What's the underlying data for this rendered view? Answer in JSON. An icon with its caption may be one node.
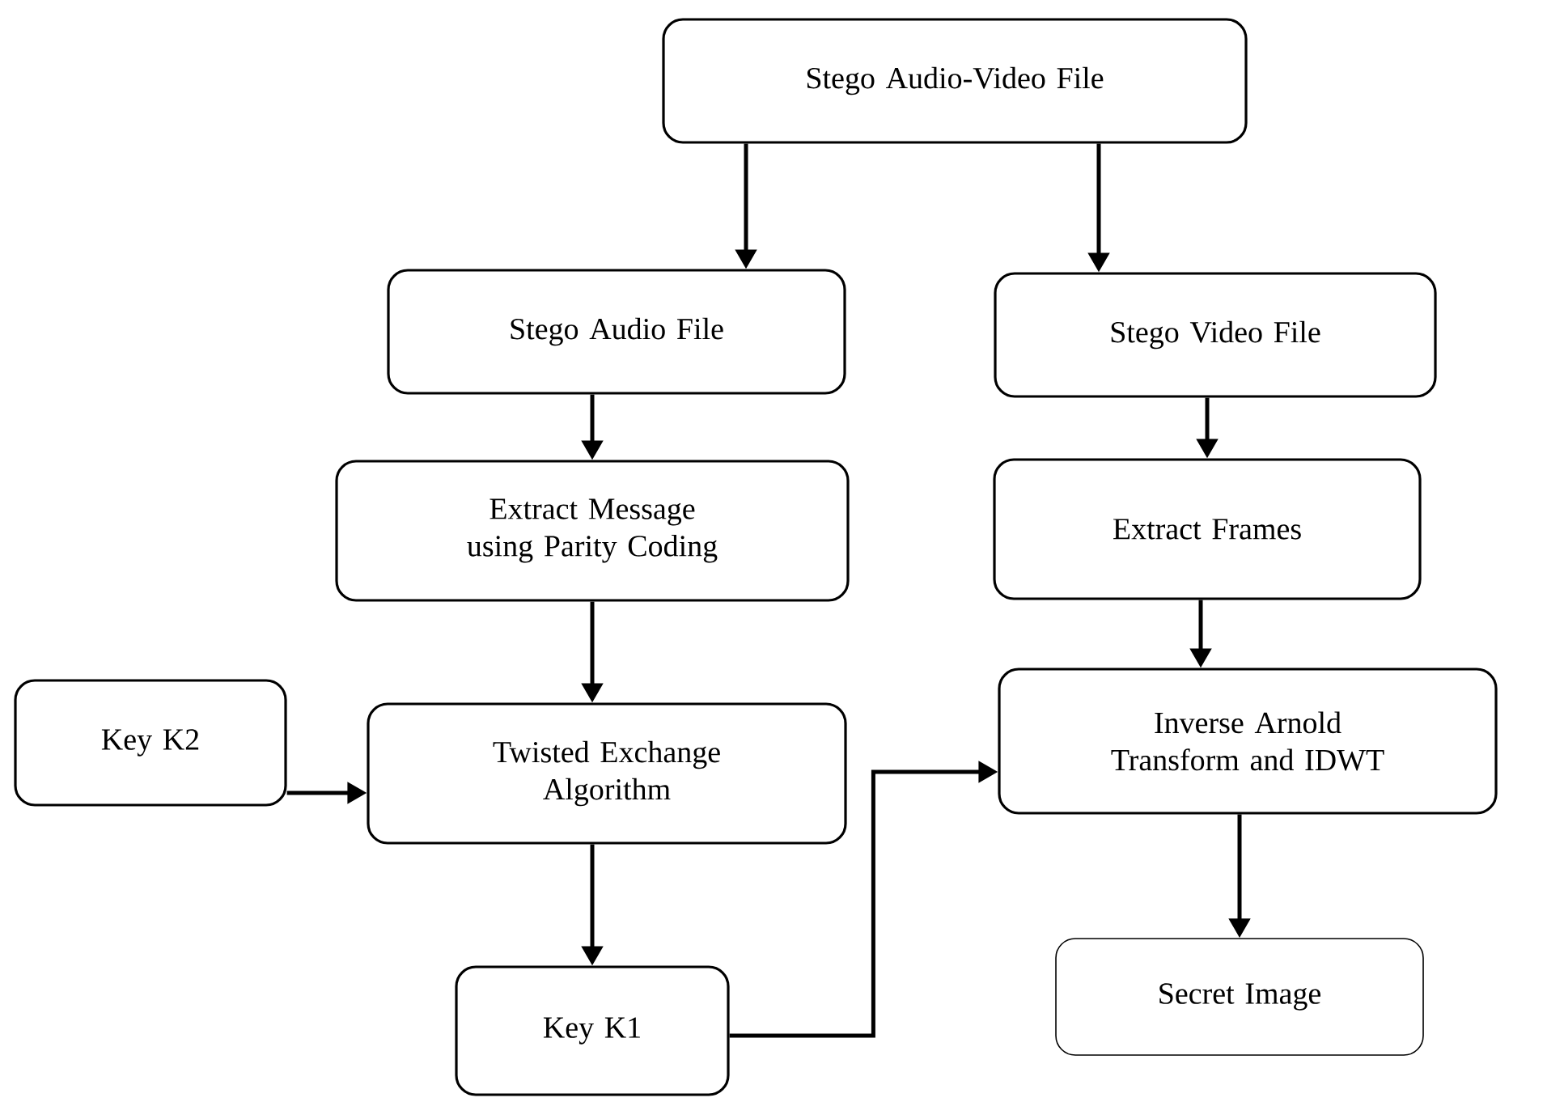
{
  "diagram": {
    "nodes": [
      {
        "text": [
          "Stego Audio-Video File"
        ]
      },
      {
        "text": [
          "Stego Audio File"
        ]
      },
      {
        "text": [
          "Stego Video File"
        ]
      },
      {
        "text": [
          "Extract Message using Parity Coding"
        ]
      },
      {
        "text": [
          "Extract Frames"
        ]
      },
      {
        "text": [
          "Key K2"
        ]
      },
      {
        "text": [
          "Twisted Exchange Algorithm"
        ]
      },
      {
        "text": [
          "Inverse Arnold Transform and IDWT"
        ]
      },
      {
        "text": [
          "Key K1"
        ]
      },
      {
        "text": [
          "Secret Image"
        ]
      }
    ],
    "edges": [
      {
        "from": 0,
        "to": 1,
        "arrow": "to"
      },
      {
        "from": 0,
        "to": 2,
        "arrow": "to"
      },
      {
        "from": 1,
        "to": 3,
        "arrow": "to"
      },
      {
        "from": 2,
        "to": 4,
        "arrow": "to"
      },
      {
        "from": 3,
        "to": 6,
        "arrow": "to"
      },
      {
        "from": 4,
        "to": 7,
        "arrow": "to"
      },
      {
        "from": 5,
        "to": 6,
        "arrow": "to"
      },
      {
        "from": 6,
        "to": 8,
        "arrow": "to"
      },
      {
        "from": 7,
        "to": 9,
        "arrow": "to"
      },
      {
        "from": 8,
        "to": 7,
        "arrow": "to"
      }
    ]
  }
}
